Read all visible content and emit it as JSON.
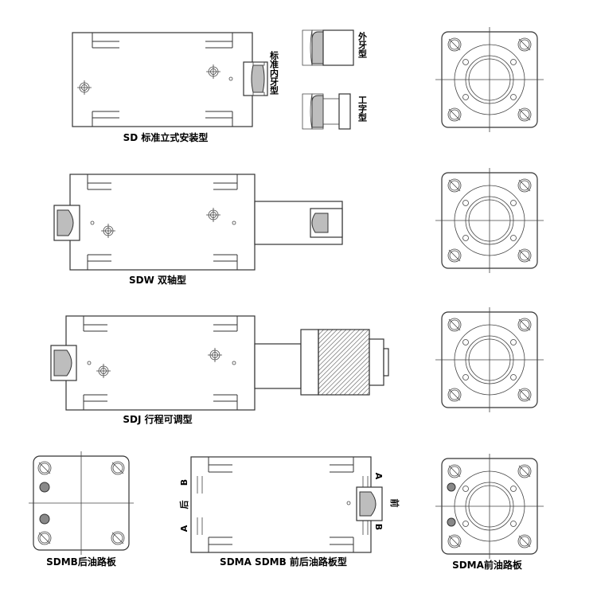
{
  "labels": {
    "sd": "SD 标准立式安装型",
    "sdw": "SDW 双轴型",
    "sdj": "SDJ 行程可调型",
    "sdmb": "SDMB后油路板",
    "sdma_sdmb": "SDMA SDMB 前后油路板型",
    "sdma": "SDMA前油路板",
    "std_inner_thread": "标准内牙型",
    "outer_thread": "外牙型",
    "i_type": "工字型",
    "port_a": "A",
    "port_b": "B",
    "rear": "后",
    "front": "前"
  },
  "colors": {
    "line": "#333333",
    "fill": "#ffffff",
    "shade": "#bdbdbd",
    "port": "#888888"
  }
}
